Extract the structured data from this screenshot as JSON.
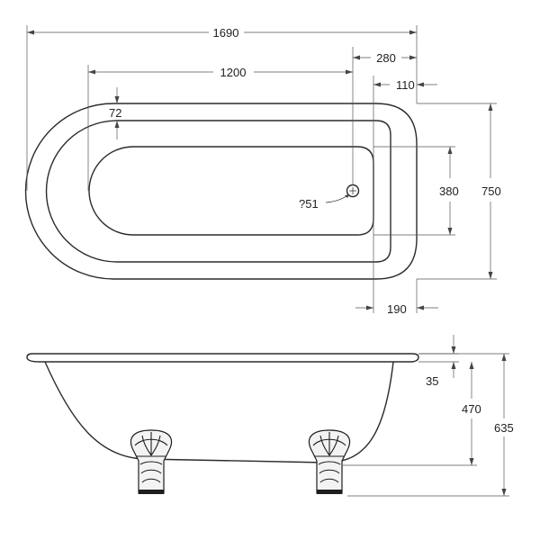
{
  "plan_view": {
    "overall_length": "1690",
    "inner_length": "1200",
    "waste_offset": "280",
    "end_rim_offset": "110",
    "rim_width_side": "72",
    "overall_width": "750",
    "inner_width": "380",
    "end_width": "190",
    "waste_diameter": "?51"
  },
  "side_view": {
    "rim_depth": "35",
    "tub_depth": "470",
    "overall_height": "635"
  }
}
